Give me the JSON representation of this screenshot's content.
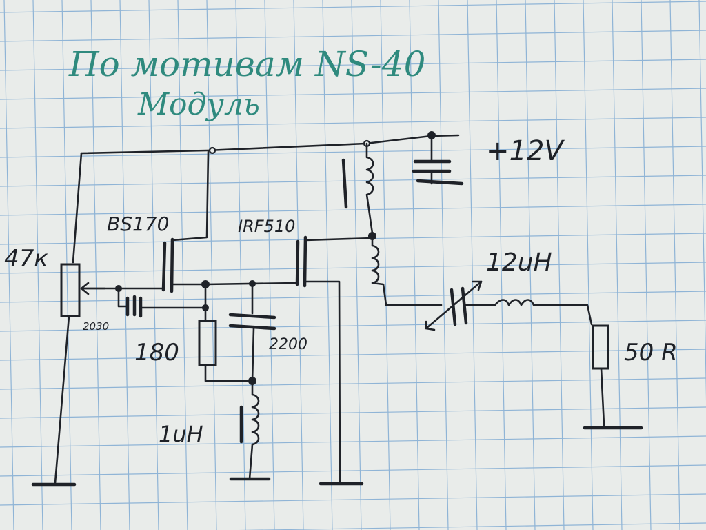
{
  "title": {
    "line1": "По мотивам NS-40",
    "line2": "Модуль"
  },
  "labels": {
    "supply": "+12V",
    "q1": "BS170",
    "q2": "IRF510",
    "pot": "47к",
    "trimcap": "2030",
    "r_source": "180",
    "c_2200": "2200",
    "l_1uh": "1uH",
    "l_12uh": "12uH",
    "load": "50 R"
  },
  "colors": {
    "ink": "#1f2228",
    "title_ink": "#2f8a7e",
    "grid": "#8fb4d6",
    "paper": "#e9ecea"
  }
}
